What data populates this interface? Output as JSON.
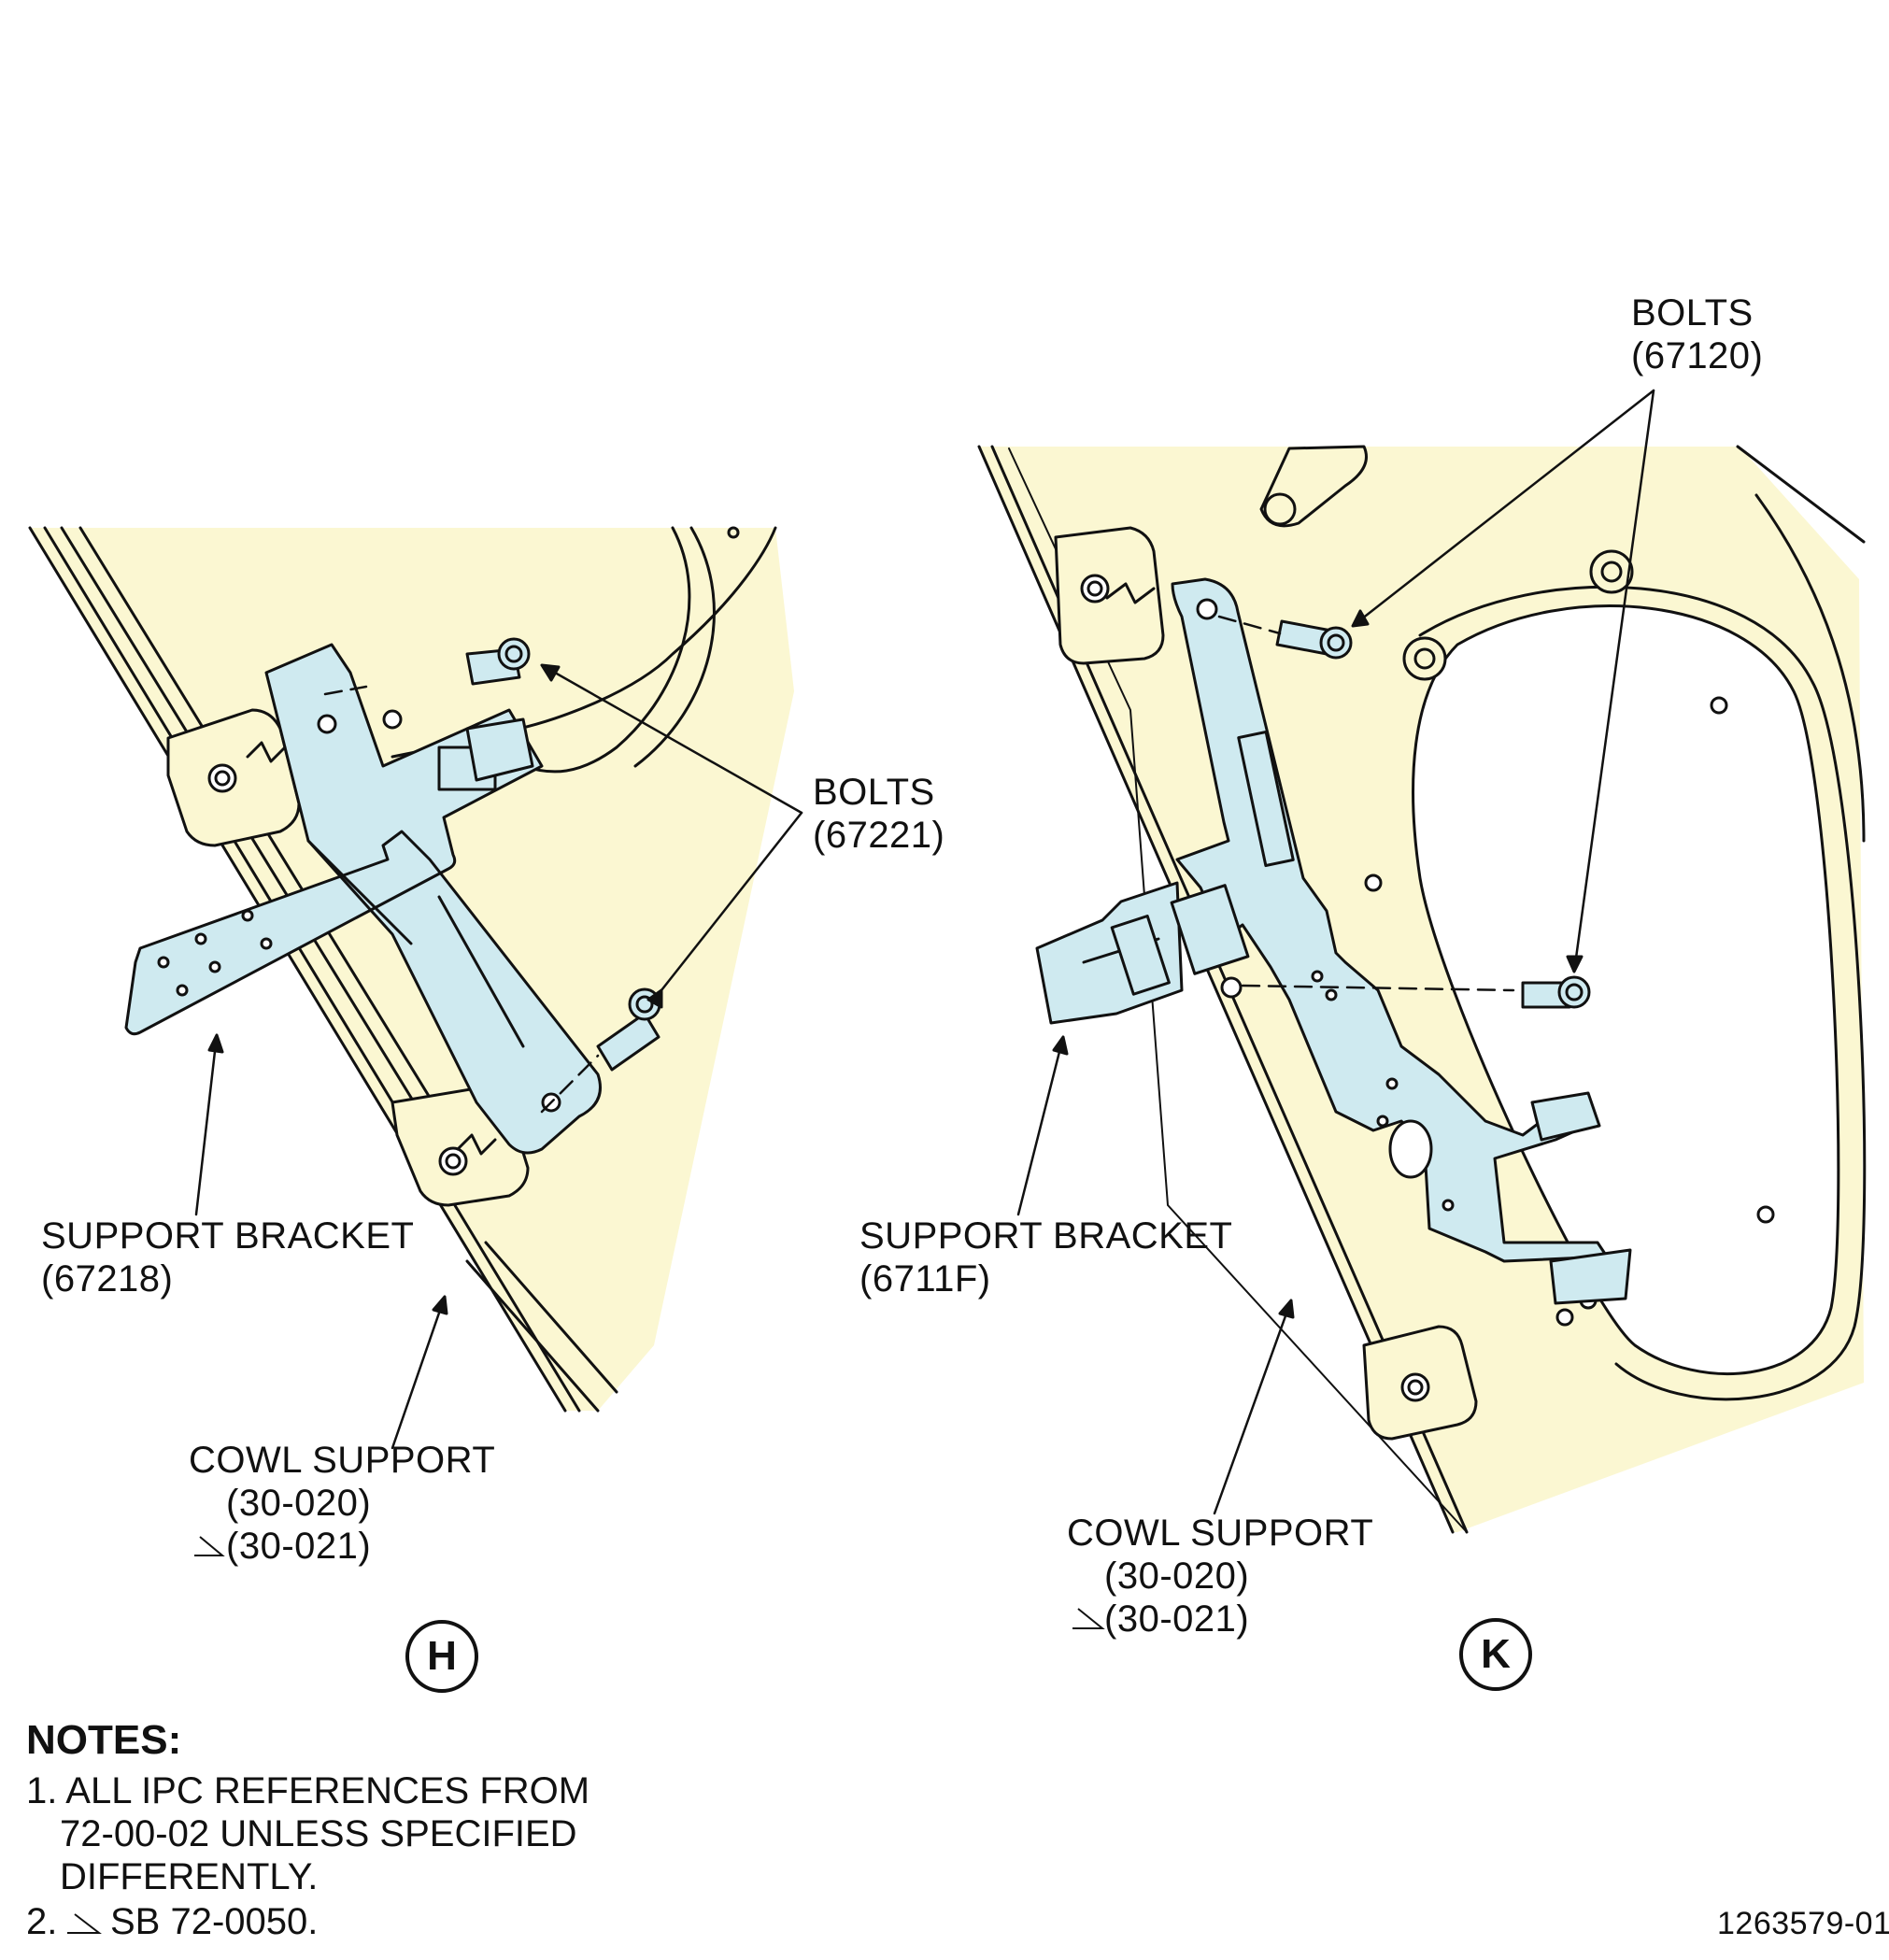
{
  "colors": {
    "cowl_fill": "#fbf7d2",
    "bracket_fill": "#cfeaf0",
    "line": "#111111"
  },
  "view_h": {
    "bolts_label": "BOLTS",
    "bolts_ref": "(67221)",
    "bracket_label": "SUPPORT BRACKET",
    "bracket_ref": "(67218)",
    "cowl_label": "COWL SUPPORT",
    "cowl_ref1": "(30-020)",
    "cowl_ref2": "(30-021)",
    "view_letter": "H"
  },
  "view_k": {
    "bolts_label": "BOLTS",
    "bolts_ref": "(67120)",
    "bracket_label": "SUPPORT BRACKET",
    "bracket_ref": "(6711F)",
    "cowl_label": "COWL SUPPORT",
    "cowl_ref1": "(30-020)",
    "cowl_ref2": "(30-021)",
    "view_letter": "K"
  },
  "notes": {
    "title": "NOTES:",
    "line1": "1. ALL IPC REFERENCES FROM",
    "line2": "72-00-02 UNLESS SPECIFIED",
    "line3": "DIFFERENTLY.",
    "line4_prefix": "2.",
    "line4_text": "SB 72-0050."
  },
  "drawing_number": "1263579-01"
}
